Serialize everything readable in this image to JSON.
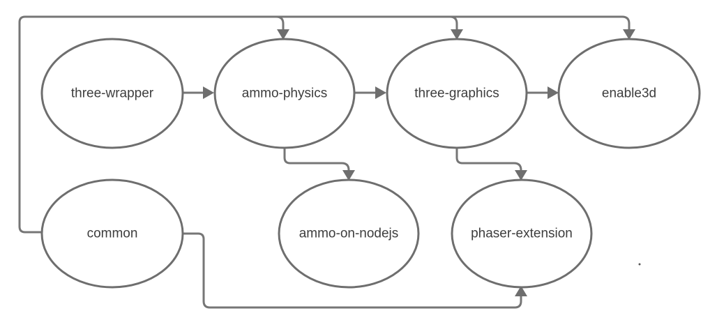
{
  "diagram": {
    "nodes": {
      "three_wrapper": "three-wrapper",
      "ammo_physics": "ammo-physics",
      "three_graphics": "three-graphics",
      "enable3d": "enable3d",
      "common": "common",
      "ammo_on_nodejs": "ammo-on-nodejs",
      "phaser_extension": "phaser-extension"
    },
    "colors": {
      "stroke": "#6e6e6e",
      "text": "#3d3d3d",
      "background": "#ffffff"
    }
  }
}
